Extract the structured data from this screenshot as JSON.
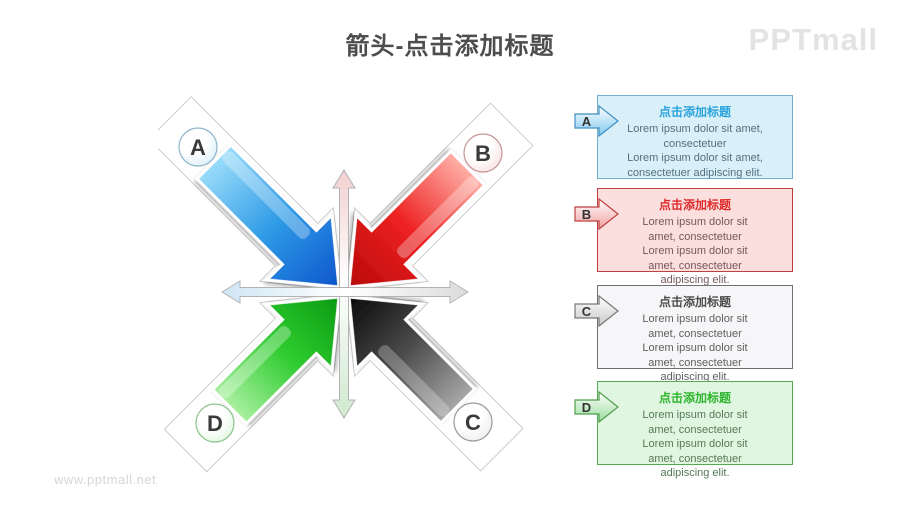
{
  "page": {
    "title": "箭头-点击添加标题",
    "logo": "PPTmall",
    "watermark": "www.pptmall.net"
  },
  "diagram": {
    "description": "four 3D block arrows converging to center over a double-headed axis cross",
    "nodes": [
      {
        "label": "A",
        "position": "top-left",
        "arrow_color": "#1e8fe0"
      },
      {
        "label": "B",
        "position": "top-right",
        "arrow_color": "#e01818"
      },
      {
        "label": "C",
        "position": "bottom-right",
        "arrow_color": "#303030"
      },
      {
        "label": "D",
        "position": "bottom-left",
        "arrow_color": "#22bb22"
      }
    ],
    "axes": {
      "horizontal_arrow": "double-headed",
      "vertical_arrow": "double-headed"
    }
  },
  "panel": {
    "boxes": [
      {
        "letter": "A",
        "title": "点击添加标题",
        "accent": "#29a3dc",
        "bg": "#daf0f9",
        "border": "#74aec9",
        "body_lines": [
          "Lorem ipsum dolor sit amet,",
          "consectetuer",
          "Lorem ipsum dolor sit amet,",
          "consectetuer adipiscing elit."
        ]
      },
      {
        "letter": "B",
        "title": "点击添加标题",
        "accent": "#e02b2b",
        "bg": "#fbdede",
        "border": "#bf4040",
        "body_lines": [
          "Lorem ipsum dolor sit",
          "amet, consectetuer",
          "Lorem ipsum dolor sit",
          "amet, consectetuer",
          "adipiscing elit."
        ]
      },
      {
        "letter": "C",
        "title": "点击添加标题",
        "accent": "#4d4d4d",
        "bg": "#f6f6f8",
        "border": "#707070",
        "body_lines": [
          "Lorem ipsum dolor sit",
          "amet, consectetuer",
          "Lorem ipsum dolor sit",
          "amet, consectetuer",
          "adipiscing elit."
        ]
      },
      {
        "letter": "D",
        "title": "点击添加标题",
        "accent": "#2db52d",
        "bg": "#e1f6e1",
        "border": "#55aa55",
        "body_lines": [
          "Lorem ipsum dolor sit",
          "amet, consectetuer",
          "Lorem ipsum dolor sit",
          "amet, consectetuer",
          "adipiscing elit."
        ]
      }
    ]
  }
}
